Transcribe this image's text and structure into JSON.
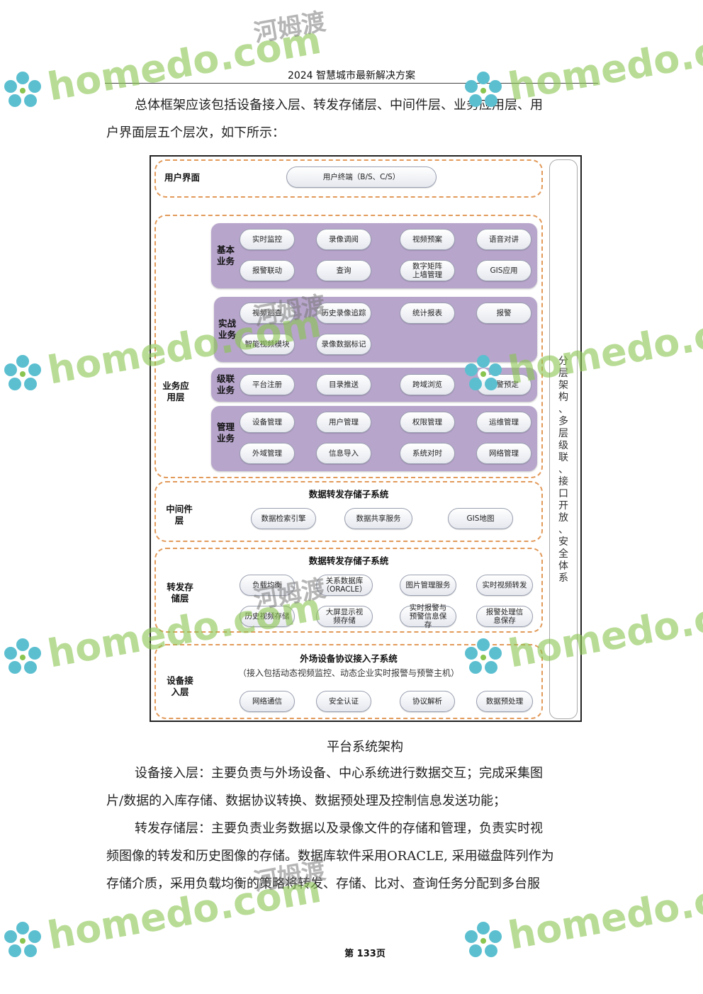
{
  "header": {
    "title": "2024 智慧城市最新解决方案"
  },
  "intro": {
    "lines": [
      "总体框架应该包括设备接入层、转发存储层、中间件层、业务应用层、用",
      "户界面层五个层次，如下所示："
    ]
  },
  "diagram": {
    "user_layer": {
      "label": "用户界面",
      "terminal": "用户终端（B/S、C/S）"
    },
    "business_layer": {
      "label": [
        "业务应",
        "用层"
      ],
      "groups": {
        "basic": {
          "label": [
            "基本",
            "业务"
          ],
          "items": [
            "实时监控",
            "录像调阅",
            "视频预案",
            "语音对讲",
            "报警联动",
            "查询",
            "数字矩阵上墙管理",
            "GIS应用"
          ]
        },
        "combat": {
          "label": [
            "实战",
            "业务"
          ],
          "items": [
            "视频巡查",
            "历史录像追踪",
            "统计报表",
            "报警",
            "智能视频模块",
            "录像数据标记"
          ]
        },
        "cascade": {
          "label": [
            "级联",
            "业务"
          ],
          "items": [
            "平台注册",
            "目录推送",
            "跨域浏览",
            "报警预定"
          ]
        },
        "manage": {
          "label": [
            "管理",
            "业务"
          ],
          "items": [
            "设备管理",
            "用户管理",
            "权限管理",
            "运维管理",
            "外域管理",
            "信息导入",
            "系统对时",
            "网络管理"
          ]
        }
      }
    },
    "middleware_layer": {
      "label": [
        "中间件",
        "层"
      ],
      "title": "数据转发存储子系统",
      "items": [
        "数据检索引擎",
        "数据共享服务",
        "GIS地图"
      ]
    },
    "storage_layer": {
      "label": [
        "转发存",
        "储层"
      ],
      "title": "数据转发存储子系统",
      "items": [
        "负载均衡",
        "关系数据库（ORACLE）",
        "图片管理服务",
        "实时视频转发",
        "历史视频存储",
        "大屏显示视频存储",
        "实时报警与预警信息保存",
        "报警处理信息保存"
      ]
    },
    "access_layer": {
      "label": [
        "设备接",
        "入层"
      ],
      "title": "外场设备协议接入子系统",
      "note": "（接入包括动态视频监控、动态企业实时报警与预警主机）",
      "items": [
        "网络通信",
        "安全认证",
        "协议解析",
        "数据预处理"
      ]
    },
    "side_text": "分层架构、多层级联、接口开放、安全体系"
  },
  "caption": "平台系统架构",
  "body": {
    "p1": [
      "设备接入层：主要负责与外场设备、中心系统进行数据交互；完成采集图",
      "片/数据的入库存储、数据协议转换、数据预处理及控制信息发送功能；"
    ],
    "p2": [
      "转发存储层：主要负责业务数据以及录像文件的存储和管理，负责实时视",
      "频图像的转发和历史图像的存储。数据库软件采用ORACLE, 采用磁盘阵列作为",
      "存储介质，采用负载均衡的策略将转发、存储、比对、查询任务分配到多台服"
    ]
  },
  "footer": {
    "page": "第 133页"
  },
  "watermark": {
    "brand": "homedo.com",
    "cn": "河姆渡",
    "brand_color": "#8ac550"
  }
}
